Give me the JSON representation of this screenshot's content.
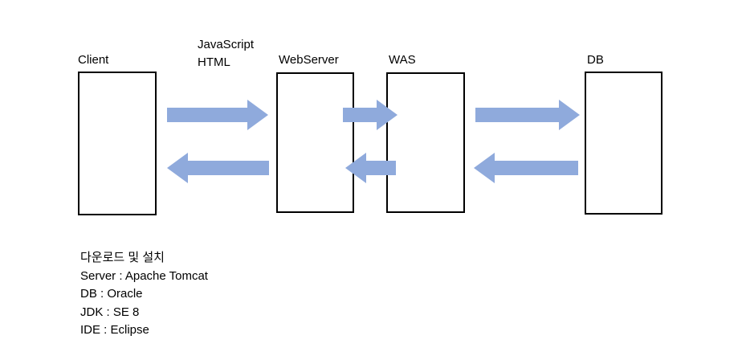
{
  "diagram": {
    "arrow_color": "#8FAADC",
    "boxes": [
      {
        "label": "Client"
      },
      {
        "label": "WebServer"
      },
      {
        "label": "WAS"
      },
      {
        "label": "DB"
      }
    ],
    "annotation": {
      "line1": "JavaScript",
      "line2": "HTML"
    },
    "arrows": [
      {
        "from": "Client",
        "to": "WebServer",
        "direction": "right"
      },
      {
        "from": "WebServer",
        "to": "WAS",
        "direction": "right"
      },
      {
        "from": "WAS",
        "to": "DB",
        "direction": "right"
      },
      {
        "from": "WebServer",
        "to": "Client",
        "direction": "left"
      },
      {
        "from": "WAS",
        "to": "WebServer",
        "direction": "left"
      },
      {
        "from": "DB",
        "to": "WAS",
        "direction": "left"
      }
    ]
  },
  "notes": {
    "title": "다운로드 및 설치",
    "lines": [
      "Server : Apache Tomcat",
      "DB : Oracle",
      "JDK : SE 8",
      "IDE : Eclipse"
    ]
  }
}
